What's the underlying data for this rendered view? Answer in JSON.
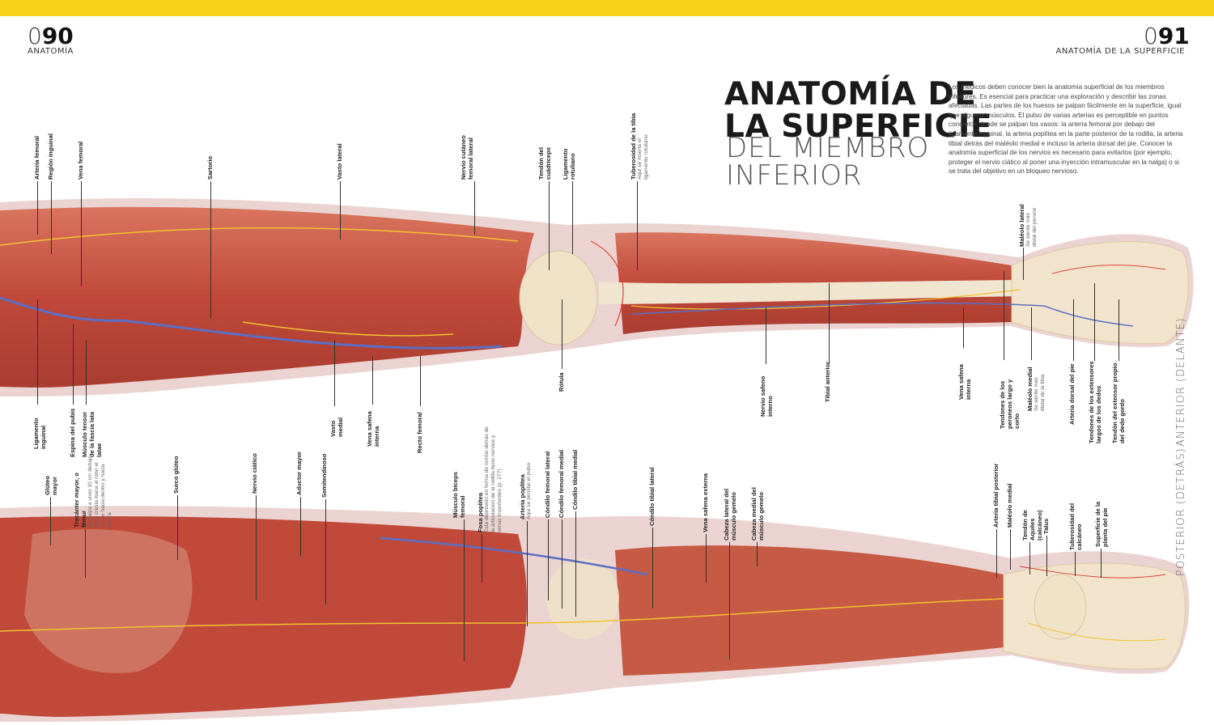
{
  "header": {
    "left_page_number_prefix": "0",
    "left_page_number": "90",
    "left_section": "ANATOMÍA",
    "right_page_number_prefix": "0",
    "right_page_number": "91",
    "right_section": "ANATOMÍA DE LA SUPERFICIE"
  },
  "title": {
    "line1": "ANATOMÍA DE",
    "line2": "LA SUPERFICIE",
    "line3": "DEL MIEMBRO",
    "line4": "INFERIOR"
  },
  "intro": "Los médicos deben conocer bien la anatomía superficial de los miembros inferiores. Es esencial para practicar una exploración y describir las zonas afectadas. Las partes de los huesos se palpan fácilmente en la superficie, igual que algunos músculos. El pulso de varias arterias es perceptible en puntos concretos donde se palpan los vasos: la arteria femoral por debajo del ligamento inguinal, la arteria poplítea en la parte posterior de la rodilla, la arteria tibial detrás del maléolo medial e incluso la arteria dorsal del pie. Conocer la anatomía superficial de los nervios es necesario para evitarlos (por ejemplo, proteger el nervio ciático al poner una inyección intramuscular en la nalga) o si se trata del objetivo en un bloqueo nervioso.",
  "views": {
    "anterior": "ANTERIOR (DELANTE)",
    "posterior": "POSTERIOR (DETRÁS)"
  },
  "anterior_top_labels": [
    {
      "text": "Arteria femoral"
    },
    {
      "text": "Región inguinal"
    },
    {
      "text": "Vena femoral"
    },
    {
      "text": "Sartorio"
    },
    {
      "text": "Vasto lateral"
    },
    {
      "text": "Nervio cutáneo femoral lateral"
    },
    {
      "text": "Tendón del cuádriceps"
    },
    {
      "text": "Ligamento rotuliano"
    },
    {
      "text": "Tuberosidad de la tibia",
      "sub": "Aquí se inserta el ligamento rotuliano"
    },
    {
      "text": "Maléolo lateral",
      "sub": "Se siente más distal del peroné"
    }
  ],
  "anterior_bottom_labels": [
    {
      "text": "Ligamento inguinal"
    },
    {
      "text": "Espina del pubis"
    },
    {
      "text": "Músculo tensor de la fascia lata latae"
    },
    {
      "text": "Vasto medial"
    },
    {
      "text": "Vena safena interna"
    },
    {
      "text": "Recto femoral"
    },
    {
      "text": "Rótula"
    },
    {
      "text": "Nervio safeno interno"
    },
    {
      "text": "Tibial anterior"
    },
    {
      "text": "Vena safena interna"
    },
    {
      "text": "Tendones de los peroneos largo y corto"
    },
    {
      "text": "Maléolo medial",
      "sub": "Se siente más distal de la tibia"
    },
    {
      "text": "Arteria dorsal del pie"
    },
    {
      "text": "Tendones de los extensores largos de los dedos"
    },
    {
      "text": "Tendón del extensor propio del dedo gordo"
    }
  ],
  "posterior_top_labels": [
    {
      "text": "Glúteo mayor"
    },
    {
      "text": "Trocánter mayor, o fémur",
      "sub": "Se palpa a unos 10 cm debajo de la cresta ilíaca al rotar el muslo hacia dentro y hacia afuera"
    },
    {
      "text": "Surco glúteo"
    },
    {
      "text": "Nervio ciático"
    },
    {
      "text": "Aductor mayor"
    },
    {
      "text": "Semitendinoso"
    },
    {
      "text": "Músculo bíceps femoral"
    },
    {
      "text": "Fosa poplítea",
      "sub": "Esta depresión en forma de rombo detrás de la articulación de la rodilla tiene nervios y venas importantes (p. 277)"
    },
    {
      "text": "Arteria poplítea",
      "sub": "Aquí se percibe el pulso"
    },
    {
      "text": "Cóndilo femoral lateral"
    },
    {
      "text": "Cóndilo femoral medial"
    },
    {
      "text": "Cóndilo tibial medial"
    },
    {
      "text": "Cóndilo tibial lateral"
    },
    {
      "text": "Vena safena externa"
    },
    {
      "text": "Cabeza lateral del músculo gemelo"
    },
    {
      "text": "Cabeza medial del músculo gemelo"
    },
    {
      "text": "Arteria tibial posterior"
    },
    {
      "text": "Maléolo medial"
    },
    {
      "text": "Tendón de Aquiles (calcáneo)"
    },
    {
      "text": "Talus"
    },
    {
      "text": "Tuberosidad del calcáneo"
    },
    {
      "text": "Superficie de la planta del pie"
    }
  ],
  "colors": {
    "accent_bar": "#f7d117",
    "muscle": "#c8553f",
    "skin": "#e9d2cf",
    "bone": "#efe2c6",
    "vein": "#5b6fc4",
    "nerve": "#f2c12e",
    "artery": "#e0453a"
  }
}
